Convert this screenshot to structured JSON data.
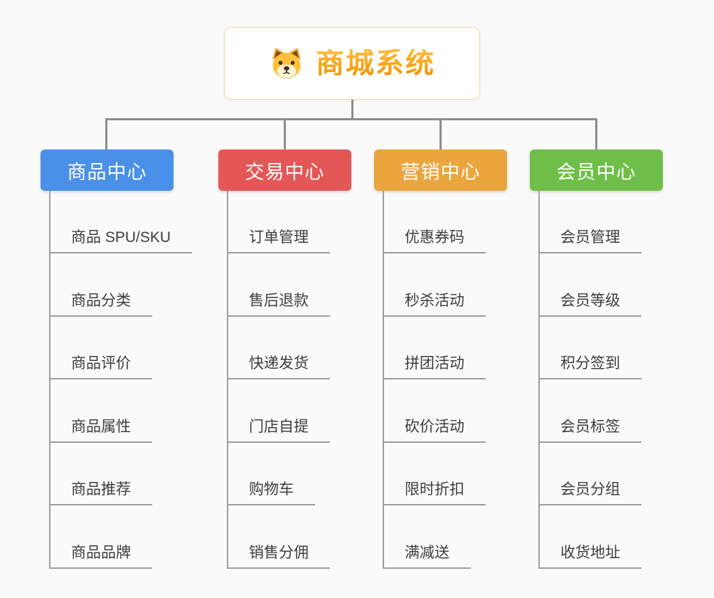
{
  "root": {
    "title": "商城系统",
    "icon": "dog-icon",
    "accent_color": "#F8A01C",
    "border_color": "#F3D9A6"
  },
  "colors": {
    "connector_line": "#8C8C8C",
    "branch_line": "#9E9E9E",
    "background": "#FAFAFA",
    "item_text": "#3D3D3D"
  },
  "branches": [
    {
      "label": "商品中心",
      "color": "#4A8FE8",
      "items": [
        "商品 SPU/SKU",
        "商品分类",
        "商品评价",
        "商品属性",
        "商品推荐",
        "商品品牌"
      ]
    },
    {
      "label": "交易中心",
      "color": "#E45757",
      "items": [
        "订单管理",
        "售后退款",
        "快递发货",
        "门店自提",
        "购物车",
        "销售分佣"
      ]
    },
    {
      "label": "营销中心",
      "color": "#EAA63C",
      "items": [
        "优惠券码",
        "秒杀活动",
        "拼团活动",
        "砍价活动",
        "限时折扣",
        "满减送"
      ]
    },
    {
      "label": "会员中心",
      "color": "#6FBE49",
      "items": [
        "会员管理",
        "会员等级",
        "积分签到",
        "会员标签",
        "会员分组",
        "收货地址"
      ]
    }
  ]
}
